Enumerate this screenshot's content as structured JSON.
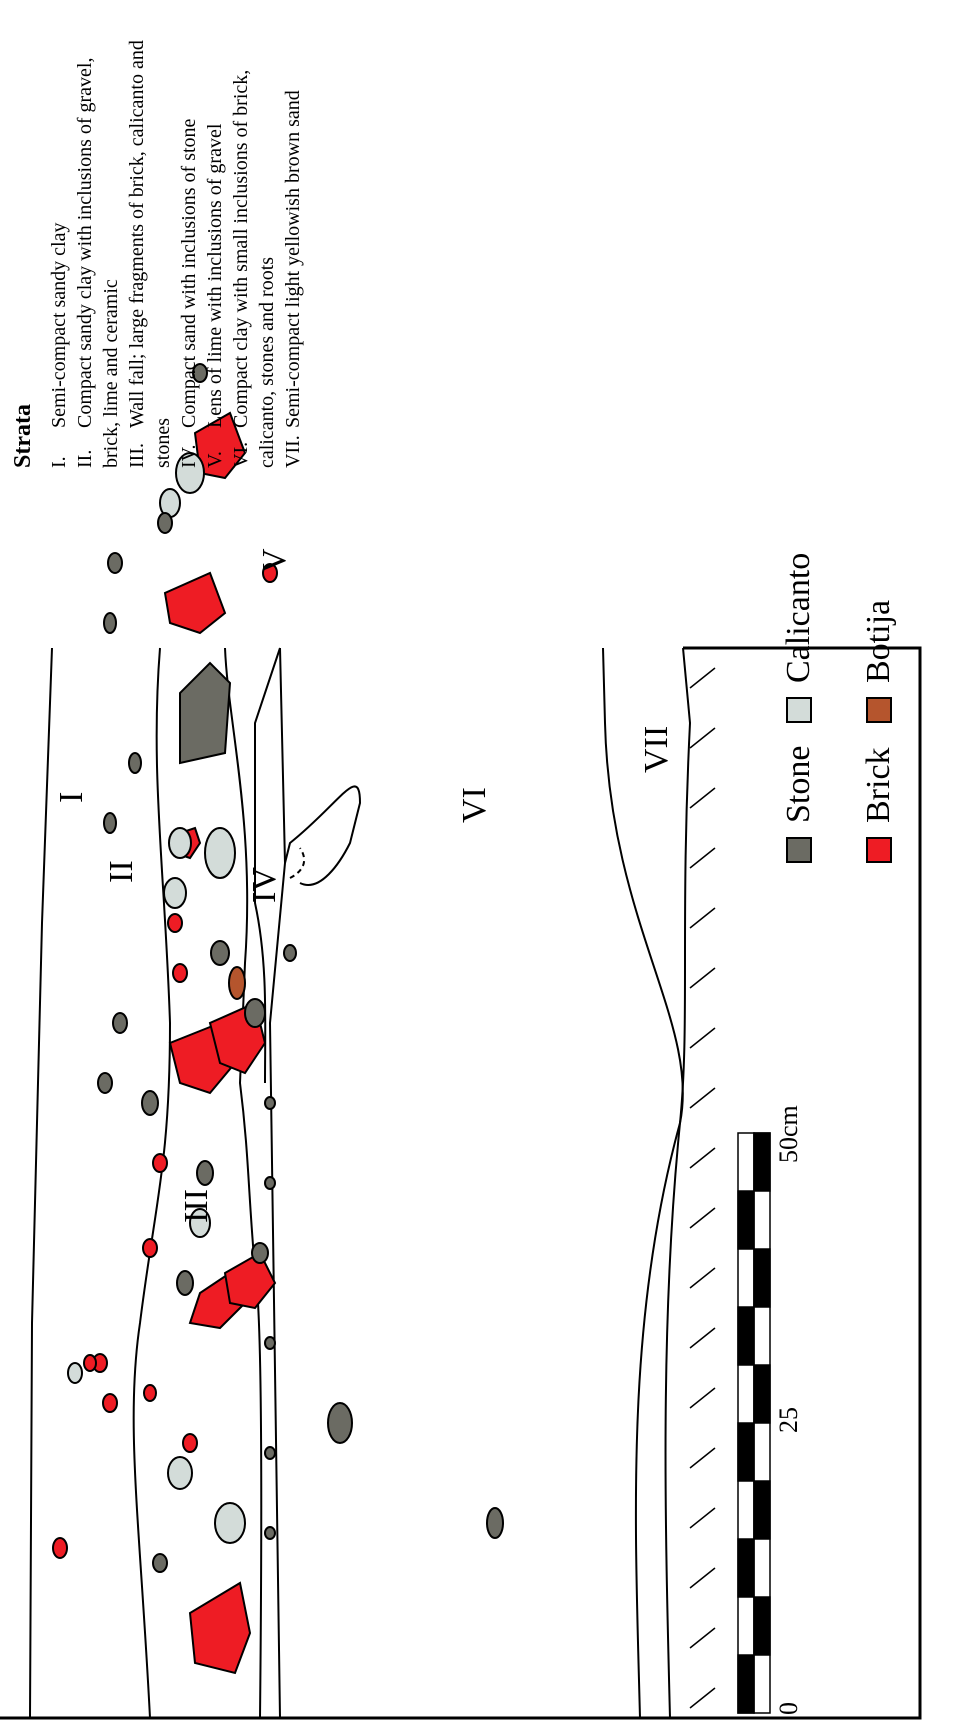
{
  "strata": {
    "title": "Strata",
    "items": [
      {
        "num": "I.",
        "text": "Semi-compact sandy clay"
      },
      {
        "num": "II.",
        "text": "Compact sandy clay with inclusions of gravel, brick, lime and ceramic"
      },
      {
        "num": "III.",
        "text": "Wall fall; large fragments of brick, calicanto and stones"
      },
      {
        "num": "IV.",
        "text": "Compact sand with inclusions of stone"
      },
      {
        "num": "V.",
        "text": "Lens of lime with inclusions of gravel"
      },
      {
        "num": "VI.",
        "text": "Compact clay with small inclusions of brick, calicanto, stones and roots"
      },
      {
        "num": "VII.",
        "text": "Semi-compact light yellowish brown sand"
      }
    ]
  },
  "section_labels": {
    "I": "I",
    "II": "II",
    "III": "III",
    "IV": "IV",
    "V": "V",
    "VI": "VI",
    "VII": "VII"
  },
  "legend": {
    "stone": {
      "label": "Stone",
      "color": "#6b6b63"
    },
    "brick": {
      "label": "Brick",
      "color": "#ee1c24"
    },
    "calicanto": {
      "label": "Calicanto",
      "color": "#d3dcd9"
    },
    "botija": {
      "label": "Botija",
      "color": "#b5552d"
    }
  },
  "scale": {
    "labels": [
      "0",
      "25",
      "50cm"
    ]
  }
}
